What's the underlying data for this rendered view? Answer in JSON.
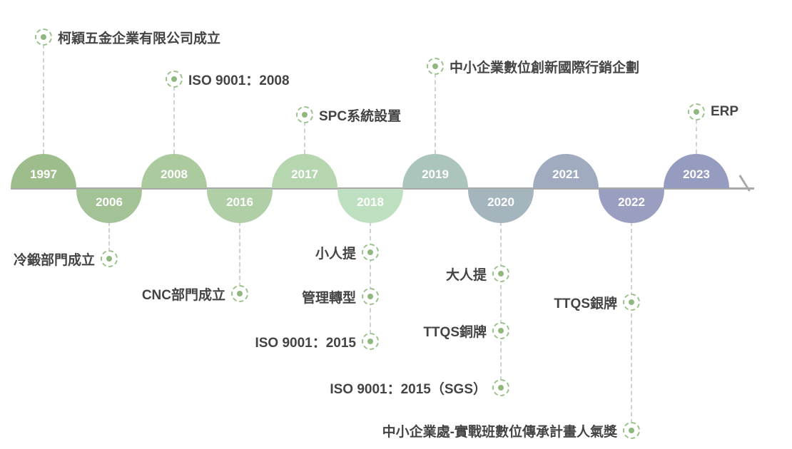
{
  "years": [
    {
      "year": "1997",
      "color": "#9dbd8c",
      "events": [
        "柯穎五金企業有限公司成立"
      ]
    },
    {
      "year": "2006",
      "color": "#a3c295",
      "events": [
        "冷鍛部門成立"
      ]
    },
    {
      "year": "2008",
      "color": "#abcb9f",
      "events": [
        "ISO 9001：2008"
      ]
    },
    {
      "year": "2016",
      "color": "#b0cfa6",
      "events": [
        "CNC部門成立"
      ]
    },
    {
      "year": "2017",
      "color": "#b6d6b0",
      "events": [
        "SPC系統設置"
      ]
    },
    {
      "year": "2018",
      "color": "#bfe0c0",
      "events": [
        "小人提",
        "管理轉型",
        "ISO 9001：2015"
      ]
    },
    {
      "year": "2019",
      "color": "#acc5bc",
      "events": [
        "中小企業數位創新國際行銷企劃"
      ]
    },
    {
      "year": "2020",
      "color": "#a5b5bd",
      "events": [
        "大人提",
        "TTQS銅牌",
        "ISO 9001：2015（SGS）"
      ]
    },
    {
      "year": "2021",
      "color": "#a0abbf",
      "events": []
    },
    {
      "year": "2022",
      "color": "#9a9fc2",
      "events": [
        "TTQS銀牌",
        "中小企業處-實戰班數位傳承計畫人氣獎"
      ]
    },
    {
      "year": "2023",
      "color": "#969bc0",
      "events": [
        "ERP"
      ]
    }
  ]
}
